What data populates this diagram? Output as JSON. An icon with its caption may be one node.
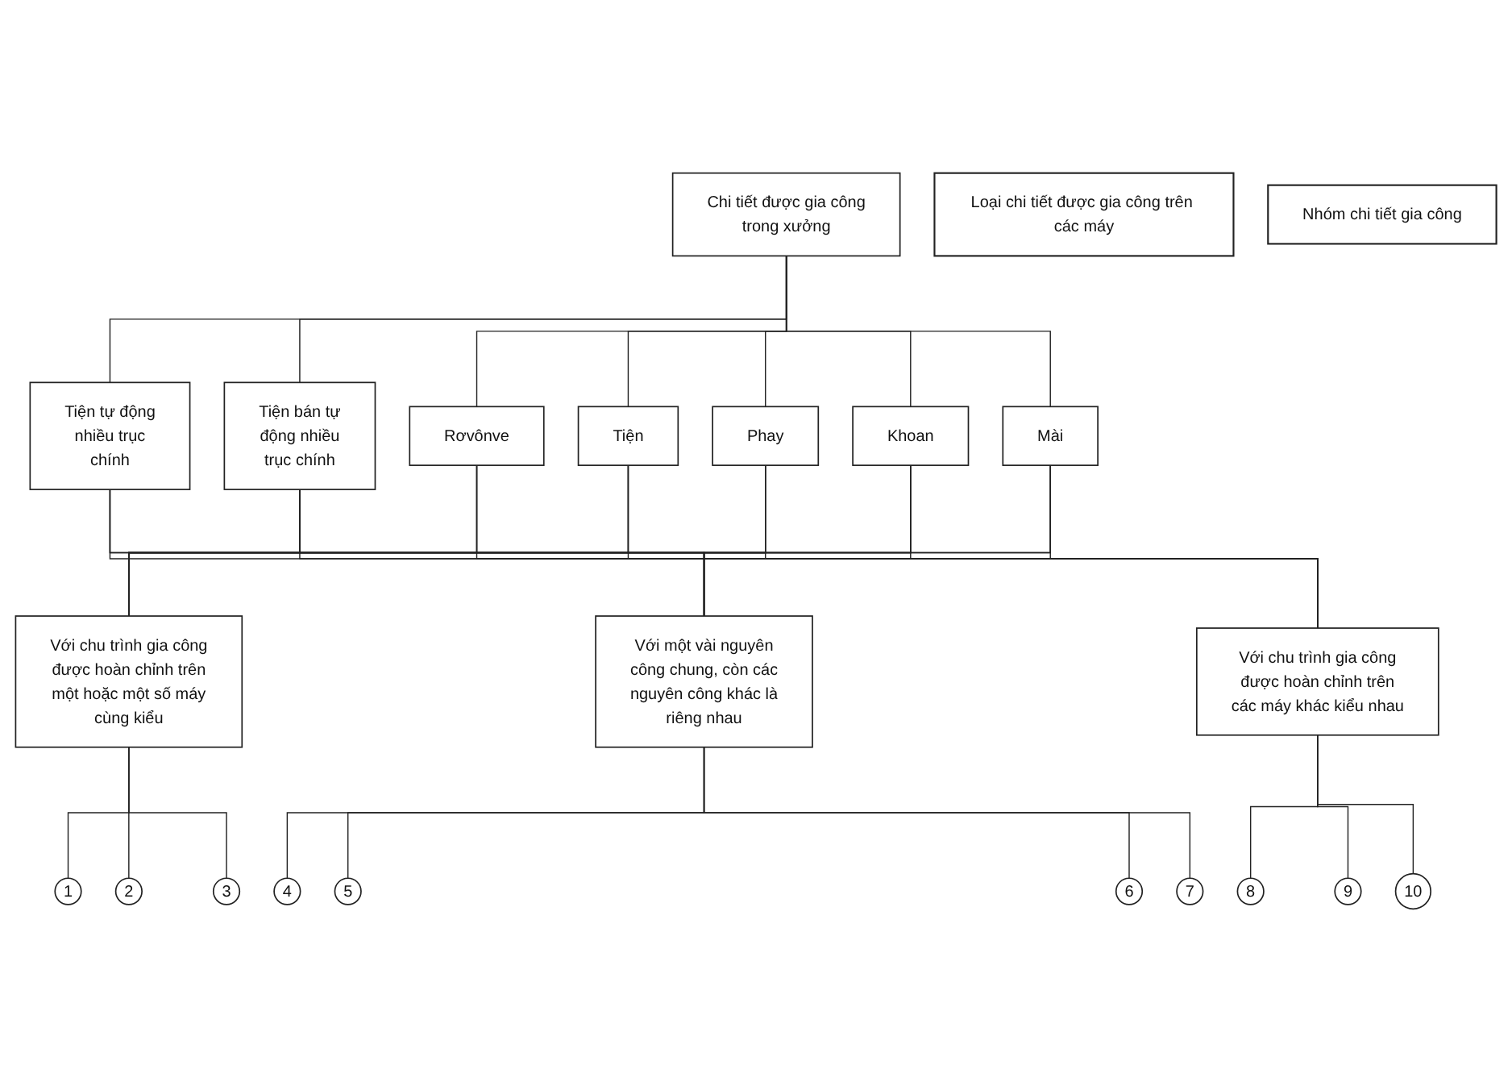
{
  "diagram": {
    "nodes": [
      {
        "text": [
          "Chi tiết được gia công trong xưởng"
        ]
      },
      {
        "text": [
          "Loại chi tiết được gia công trên các máy"
        ]
      },
      {
        "text": [
          "Tiện tự động nhiều trục chính"
        ]
      },
      {
        "text": [
          "Tiện bán tự động nhiều trục chính"
        ]
      },
      {
        "text": [
          "Rơvônve"
        ]
      },
      {
        "text": [
          "Tiện"
        ]
      },
      {
        "text": [
          "Phay"
        ]
      },
      {
        "text": [
          "Khoan"
        ]
      },
      {
        "text": [
          "Mài"
        ]
      },
      {
        "text": [
          "Nhóm chi tiết gia công"
        ]
      },
      {
        "text": [
          "Với chu trình gia công được hoàn chỉnh trên một hoặc một số máy cùng kiểu"
        ]
      },
      {
        "text": [
          "Với một vài nguyên công chung, còn các nguyên công khác là riêng nhau"
        ]
      },
      {
        "text": [
          "Với chu trình gia công được hoàn chỉnh trên các máy khác kiểu nhau"
        ]
      },
      {
        "text": [
          "1"
        ]
      },
      {
        "text": [
          "2"
        ]
      },
      {
        "text": [
          "3"
        ]
      },
      {
        "text": [
          "4"
        ]
      },
      {
        "text": [
          "5"
        ]
      },
      {
        "text": [
          "6"
        ]
      },
      {
        "text": [
          "7"
        ]
      },
      {
        "text": [
          "8"
        ]
      },
      {
        "text": [
          "9"
        ]
      },
      {
        "text": [
          "10"
        ]
      }
    ],
    "edges": [
      {
        "from": 0,
        "to": 2,
        "arrow": "none"
      },
      {
        "from": 0,
        "to": 3,
        "arrow": "none"
      },
      {
        "from": 0,
        "to": 4,
        "arrow": "none"
      },
      {
        "from": 0,
        "to": 5,
        "arrow": "none"
      },
      {
        "from": 0,
        "to": 6,
        "arrow": "none"
      },
      {
        "from": 0,
        "to": 7,
        "arrow": "none"
      },
      {
        "from": 0,
        "to": 8,
        "arrow": "none"
      },
      {
        "from": 2,
        "to": 10,
        "arrow": "none"
      },
      {
        "from": 2,
        "to": 11,
        "arrow": "none"
      },
      {
        "from": 2,
        "to": 12,
        "arrow": "none"
      },
      {
        "from": 3,
        "to": 10,
        "arrow": "none"
      },
      {
        "from": 3,
        "to": 11,
        "arrow": "none"
      },
      {
        "from": 3,
        "to": 12,
        "arrow": "none"
      },
      {
        "from": 4,
        "to": 10,
        "arrow": "none"
      },
      {
        "from": 4,
        "to": 11,
        "arrow": "none"
      },
      {
        "from": 4,
        "to": 12,
        "arrow": "none"
      },
      {
        "from": 5,
        "to": 10,
        "arrow": "none"
      },
      {
        "from": 5,
        "to": 11,
        "arrow": "none"
      },
      {
        "from": 5,
        "to": 12,
        "arrow": "none"
      },
      {
        "from": 6,
        "to": 10,
        "arrow": "none"
      },
      {
        "from": 6,
        "to": 11,
        "arrow": "none"
      },
      {
        "from": 6,
        "to": 12,
        "arrow": "none"
      },
      {
        "from": 7,
        "to": 10,
        "arrow": "none"
      },
      {
        "from": 7,
        "to": 11,
        "arrow": "none"
      },
      {
        "from": 7,
        "to": 12,
        "arrow": "none"
      },
      {
        "from": 8,
        "to": 10,
        "arrow": "none"
      },
      {
        "from": 8,
        "to": 11,
        "arrow": "none"
      },
      {
        "from": 8,
        "to": 12,
        "arrow": "none"
      },
      {
        "from": 10,
        "to": 13,
        "arrow": "none"
      },
      {
        "from": 10,
        "to": 14,
        "arrow": "none"
      },
      {
        "from": 10,
        "to": 15,
        "arrow": "none"
      },
      {
        "from": 11,
        "to": 16,
        "arrow": "none"
      },
      {
        "from": 11,
        "to": 17,
        "arrow": "none"
      },
      {
        "from": 11,
        "to": 18,
        "arrow": "none"
      },
      {
        "from": 11,
        "to": 19,
        "arrow": "none"
      },
      {
        "from": 12,
        "to": 20,
        "arrow": "none"
      },
      {
        "from": 12,
        "to": 21,
        "arrow": "none"
      },
      {
        "from": 12,
        "to": 22,
        "arrow": "none"
      }
    ]
  }
}
